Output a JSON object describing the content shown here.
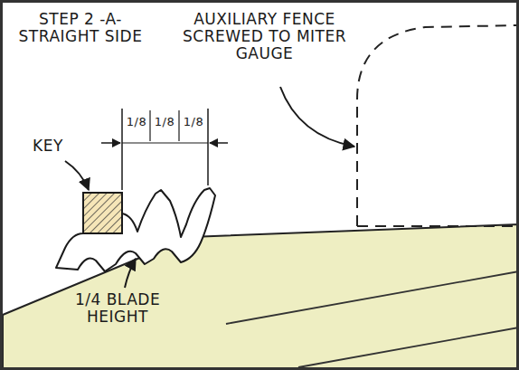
{
  "diagram": {
    "title": "STEP 2 -A- STRAIGHT SIDE",
    "labels": [
      "AUXILIARY FENCE SCREWED TO MITER GAUGE",
      "KEY",
      "1/8",
      "1/8",
      "1/8",
      "1/4 BLADE HEIGHT"
    ]
  }
}
